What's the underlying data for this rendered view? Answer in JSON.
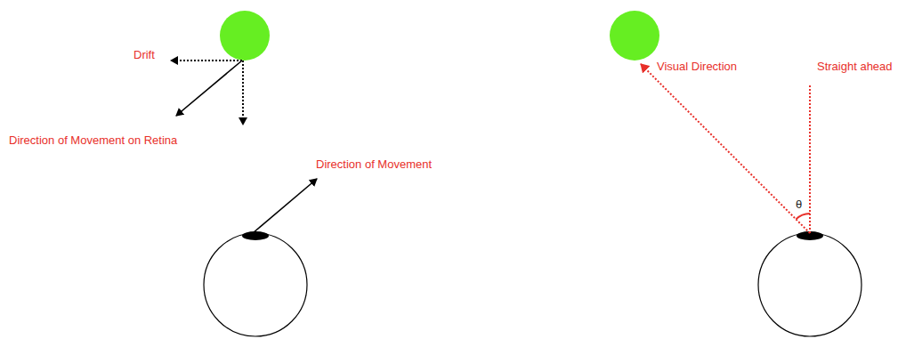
{
  "diagram": {
    "labels": [
      "Drift",
      "Direction of Movement on Retina",
      "Direction of Movement",
      "Visual Direction",
      "Straight ahead",
      "θ"
    ]
  }
}
